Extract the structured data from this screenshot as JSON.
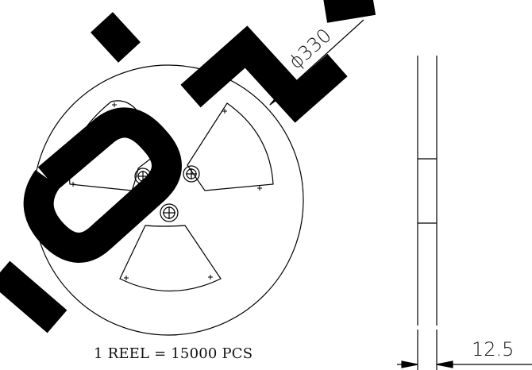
{
  "drawing": {
    "reel_diameter_label": "ϕ330",
    "reel_width_label": "12.5",
    "reel_count_label": "1 REEL = 15000 PCS",
    "watermark_color": "#000000"
  }
}
